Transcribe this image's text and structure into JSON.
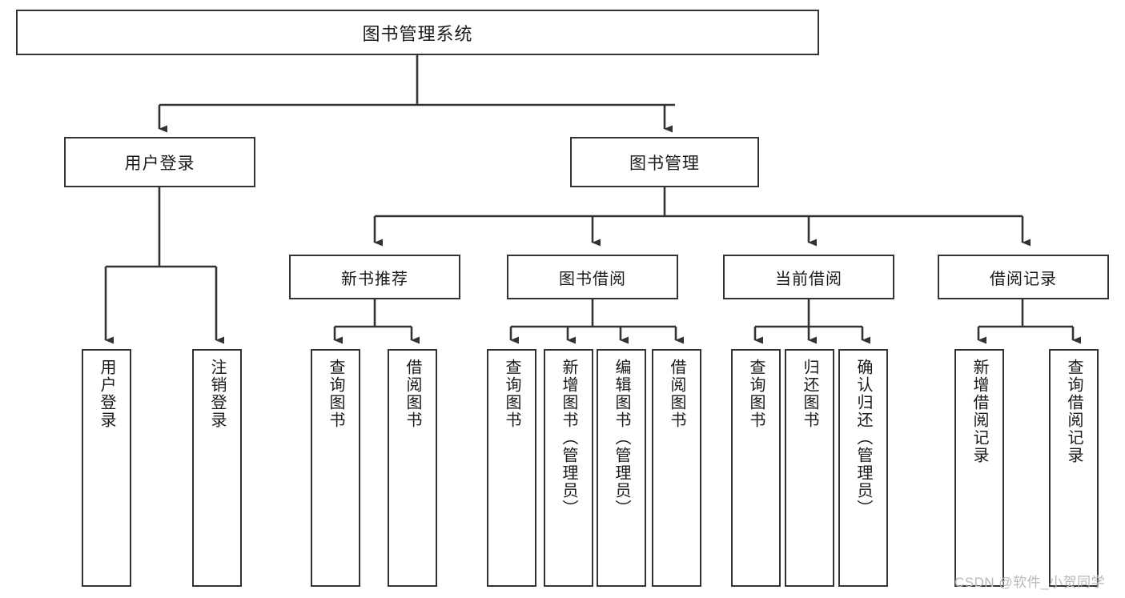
{
  "diagram": {
    "type": "hierarchy-tree",
    "title": "图书管理系统",
    "watermark": "CSDN @软件_小贺同学",
    "colors": {
      "border": "#333333",
      "background": "#ffffff",
      "text": "#1a1a1a",
      "watermark": "#b8b8b8"
    },
    "nodes": {
      "root": {
        "label": "图书管理系统"
      },
      "level2": [
        {
          "id": "user-login",
          "label": "用户登录"
        },
        {
          "id": "book-management",
          "label": "图书管理"
        }
      ],
      "level3": [
        {
          "id": "new-book-recommend",
          "label": "新书推荐"
        },
        {
          "id": "book-borrow",
          "label": "图书借阅"
        },
        {
          "id": "current-borrow",
          "label": "当前借阅"
        },
        {
          "id": "borrow-record",
          "label": "借阅记录"
        }
      ],
      "leaves": {
        "user_login": [
          {
            "id": "leaf-user-login",
            "label": "用户登录"
          },
          {
            "id": "leaf-logout-login",
            "label": "注销登录"
          }
        ],
        "new_book_recommend": [
          {
            "id": "leaf-query-book-1",
            "label": "查询图书"
          },
          {
            "id": "leaf-borrow-book-1",
            "label": "借阅图书"
          }
        ],
        "book_borrow": [
          {
            "id": "leaf-query-book-2",
            "label": "查询图书"
          },
          {
            "id": "leaf-add-book",
            "label": "新增图书（管理员）"
          },
          {
            "id": "leaf-edit-book",
            "label": "编辑图书（管理员）"
          },
          {
            "id": "leaf-borrow-book-2",
            "label": "借阅图书"
          }
        ],
        "current_borrow": [
          {
            "id": "leaf-query-book-3",
            "label": "查询图书"
          },
          {
            "id": "leaf-return-book",
            "label": "归还图书"
          },
          {
            "id": "leaf-confirm-return",
            "label": "确认归还（管理员）"
          }
        ],
        "borrow_record": [
          {
            "id": "leaf-add-record",
            "label": "新增借阅记录"
          },
          {
            "id": "leaf-query-record",
            "label": "查询借阅记录"
          }
        ]
      }
    }
  }
}
